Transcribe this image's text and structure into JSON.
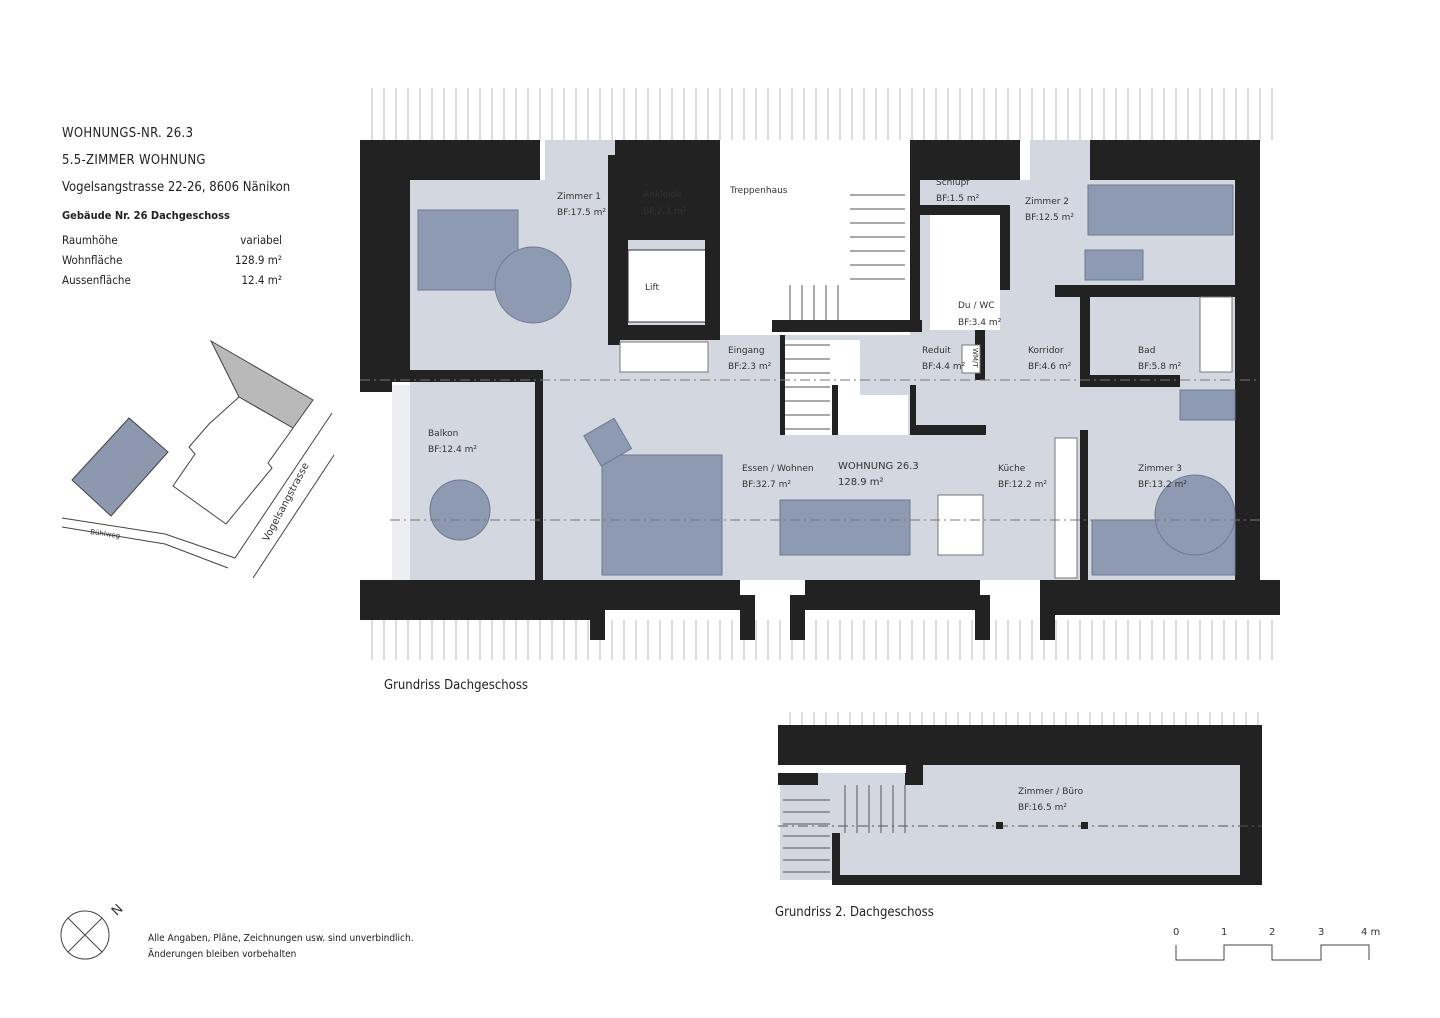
{
  "header": {
    "apartment_number": "WOHNUNGS-NR. 26.3",
    "apartment_type": "5.5-ZIMMER WOHNUNG",
    "address": "Vogelsangstrasse 22-26, 8606 Nänikon",
    "building": "Gebäude Nr. 26 Dachgeschoss",
    "specs": [
      {
        "label": "Raumhöhe",
        "value": "variabel"
      },
      {
        "label": "Wohnfläche",
        "value": "128.9 m²"
      },
      {
        "label": "Aussenfläche",
        "value": "12.4 m²"
      }
    ]
  },
  "site_plan": {
    "streets": [
      "Bühlweg",
      "Vogelsangstrasse"
    ]
  },
  "rooms": {
    "zimmer1": {
      "name": "Zimmer 1",
      "area": "BF:17.5 m²"
    },
    "ankleide": {
      "name": "Ankleide",
      "area": "BF:2.3 m²"
    },
    "treppenhaus": {
      "name": "Treppenhaus"
    },
    "lift": {
      "name": "Lift"
    },
    "schlupf": {
      "name": "Schlupf",
      "area": "BF:1.5 m²"
    },
    "zimmer2": {
      "name": "Zimmer 2",
      "area": "BF:12.5 m²"
    },
    "duwc": {
      "name": "Du / WC",
      "area": "BF:3.4 m²"
    },
    "eingang": {
      "name": "Eingang",
      "area": "BF:2.3 m²"
    },
    "reduit": {
      "name": "Reduit",
      "area": "BF:4.4 m²"
    },
    "wmt": {
      "name": "WM/T"
    },
    "korridor": {
      "name": "Korridor",
      "area": "BF:4.6 m²"
    },
    "bad": {
      "name": "Bad",
      "area": "BF:5.8 m²"
    },
    "balkon": {
      "name": "Balkon",
      "area": "BF:12.4 m²"
    },
    "essen": {
      "name": "Essen / Wohnen",
      "area": "BF:32.7 m²"
    },
    "kueche": {
      "name": "Küche",
      "area": "BF:12.2 m²"
    },
    "zimmer3": {
      "name": "Zimmer 3",
      "area": "BF:13.2 m²"
    },
    "buero": {
      "name": "Zimmer / Büro",
      "area": "BF:16.5 m²"
    }
  },
  "apartment_label": {
    "name": "WOHNUNG 26.3",
    "area": "128.9 m²"
  },
  "plans": {
    "floor1_title": "Grundriss Dachgeschoss",
    "floor2_title": "Grundriss 2. Dachgeschoss"
  },
  "north": "N",
  "disclaimer": [
    "Alle Angaben, Pläne, Zeichnungen usw. sind unverbindlich.",
    "Änderungen bleiben vorbehalten"
  ],
  "scale_bar": [
    "0",
    "1",
    "2",
    "3",
    "4 m"
  ],
  "colors": {
    "wall": "#222222",
    "room": "#d3d7df",
    "furniture": "#8d9ab2",
    "balcony": "#eceef2",
    "neighbor_building": "#8d97ad",
    "own_building_annex": "#b9b9b9"
  }
}
